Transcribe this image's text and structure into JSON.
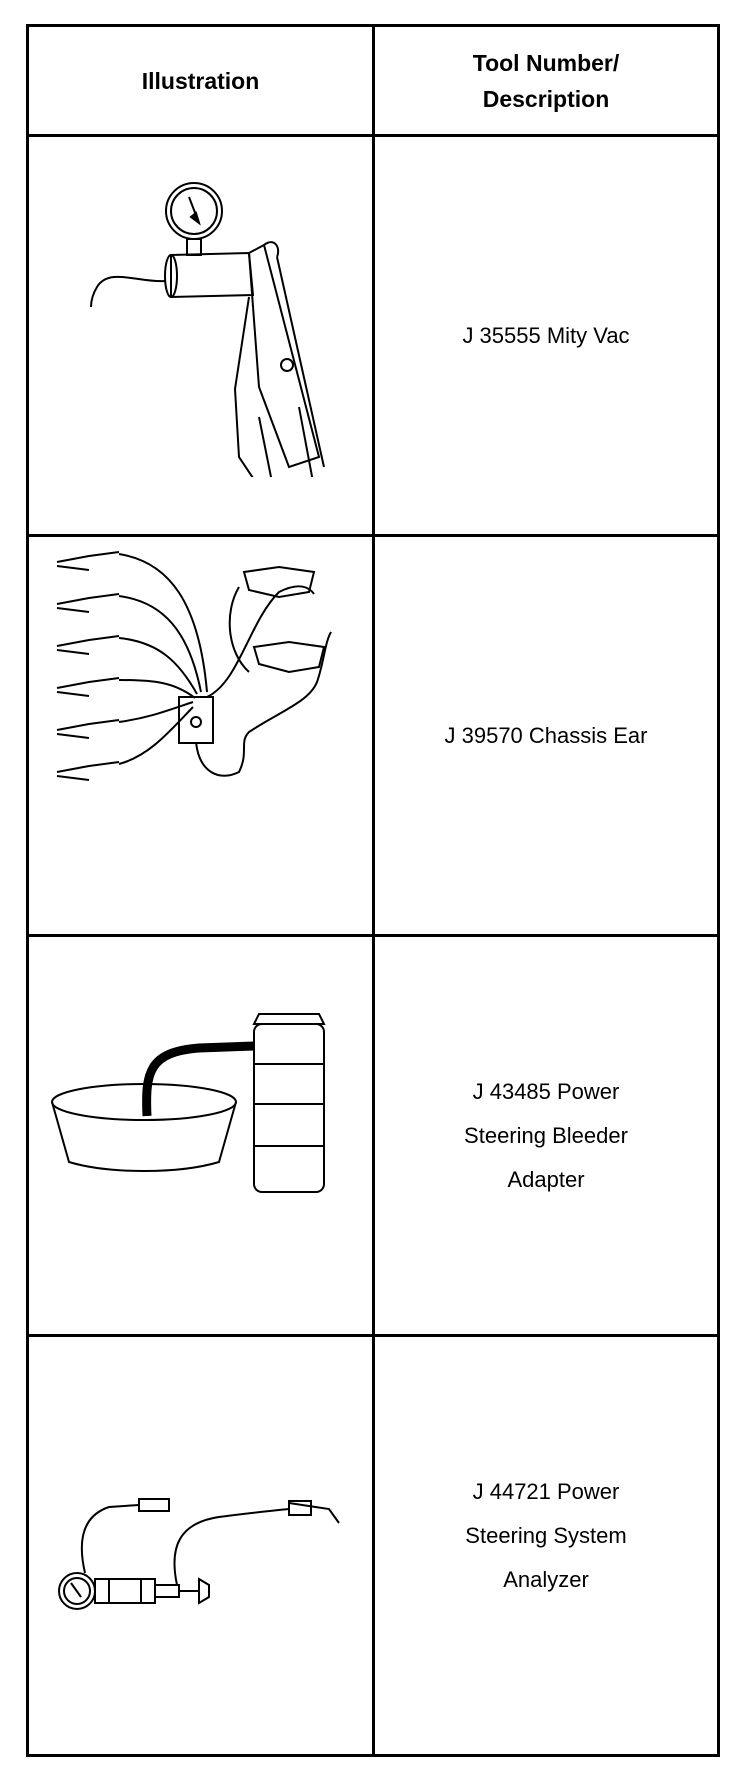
{
  "table": {
    "header": {
      "illustration": "Illustration",
      "tool_line1": "Tool Number/",
      "tool_line2": "Description"
    },
    "rows": [
      {
        "lines": [
          "J 35555 Mity Vac"
        ],
        "icon": "mity-vac-vacuum-pump-icon"
      },
      {
        "lines": [
          "J 39570 Chassis Ear"
        ],
        "icon": "chassis-ear-clamps-icon"
      },
      {
        "lines": [
          "J 43485 Power",
          "Steering Bleeder",
          "Adapter"
        ],
        "icon": "bleeder-adapter-bucket-icon"
      },
      {
        "lines": [
          "J 44721 Power",
          "Steering System",
          "Analyzer"
        ],
        "icon": "steering-analyzer-gauge-icon"
      }
    ]
  }
}
